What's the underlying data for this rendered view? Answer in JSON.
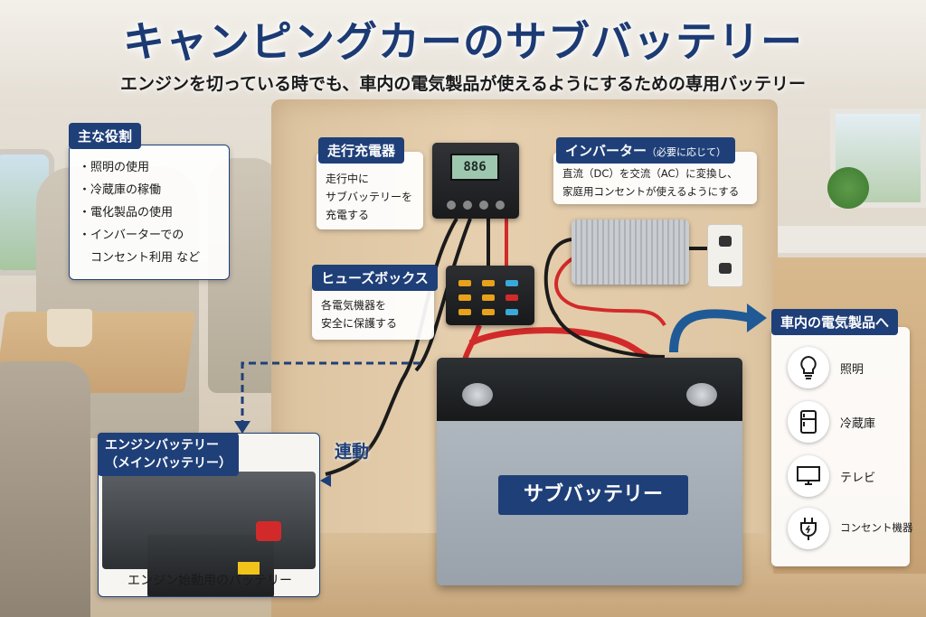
{
  "header": {
    "title": "キャンピングカーのサブバッテリー",
    "subtitle": "エンジンを切っている時でも、車内の電気製品が使えるようにするための専用バッテリー"
  },
  "roles": {
    "heading": "主な役割",
    "items": [
      "・照明の使用",
      "・冷蔵庫の稼働",
      "・電化製品の使用",
      "・インバーターでの",
      "　コンセント利用 など"
    ]
  },
  "charger": {
    "heading": "走行充電器",
    "lines": [
      "走行中に",
      "サブバッテリーを",
      "充電する"
    ],
    "display": "886"
  },
  "fuse_box": {
    "heading": "ヒューズボックス",
    "lines": [
      "各電気機器を",
      "安全に保護する"
    ]
  },
  "inverter": {
    "heading": "インバーター",
    "heading_note": "（必要に応じて）",
    "lines": [
      "直流（DC）を交流（AC）に変換し、",
      "家庭用コンセントが使えるようにする"
    ]
  },
  "appliances": {
    "heading": "車内の電気製品へ",
    "items": [
      {
        "label": "照明",
        "icon": "lightbulb-icon"
      },
      {
        "label": "冷蔵庫",
        "icon": "fridge-icon"
      },
      {
        "label": "テレビ",
        "icon": "tv-icon"
      },
      {
        "label": "コンセント機器",
        "icon": "plug-icon"
      }
    ]
  },
  "engine_battery": {
    "heading_line1": "エンジンバッテリー",
    "heading_line2": "（メインバッテリー）",
    "caption": "エンジン始動用のバッテリー"
  },
  "link_label": "連動",
  "sub_battery": {
    "label": "サブバッテリー"
  },
  "colors": {
    "accent": "#1f3f78",
    "wire_red": "#d22a2a",
    "wire_black": "#1b1b1b"
  }
}
